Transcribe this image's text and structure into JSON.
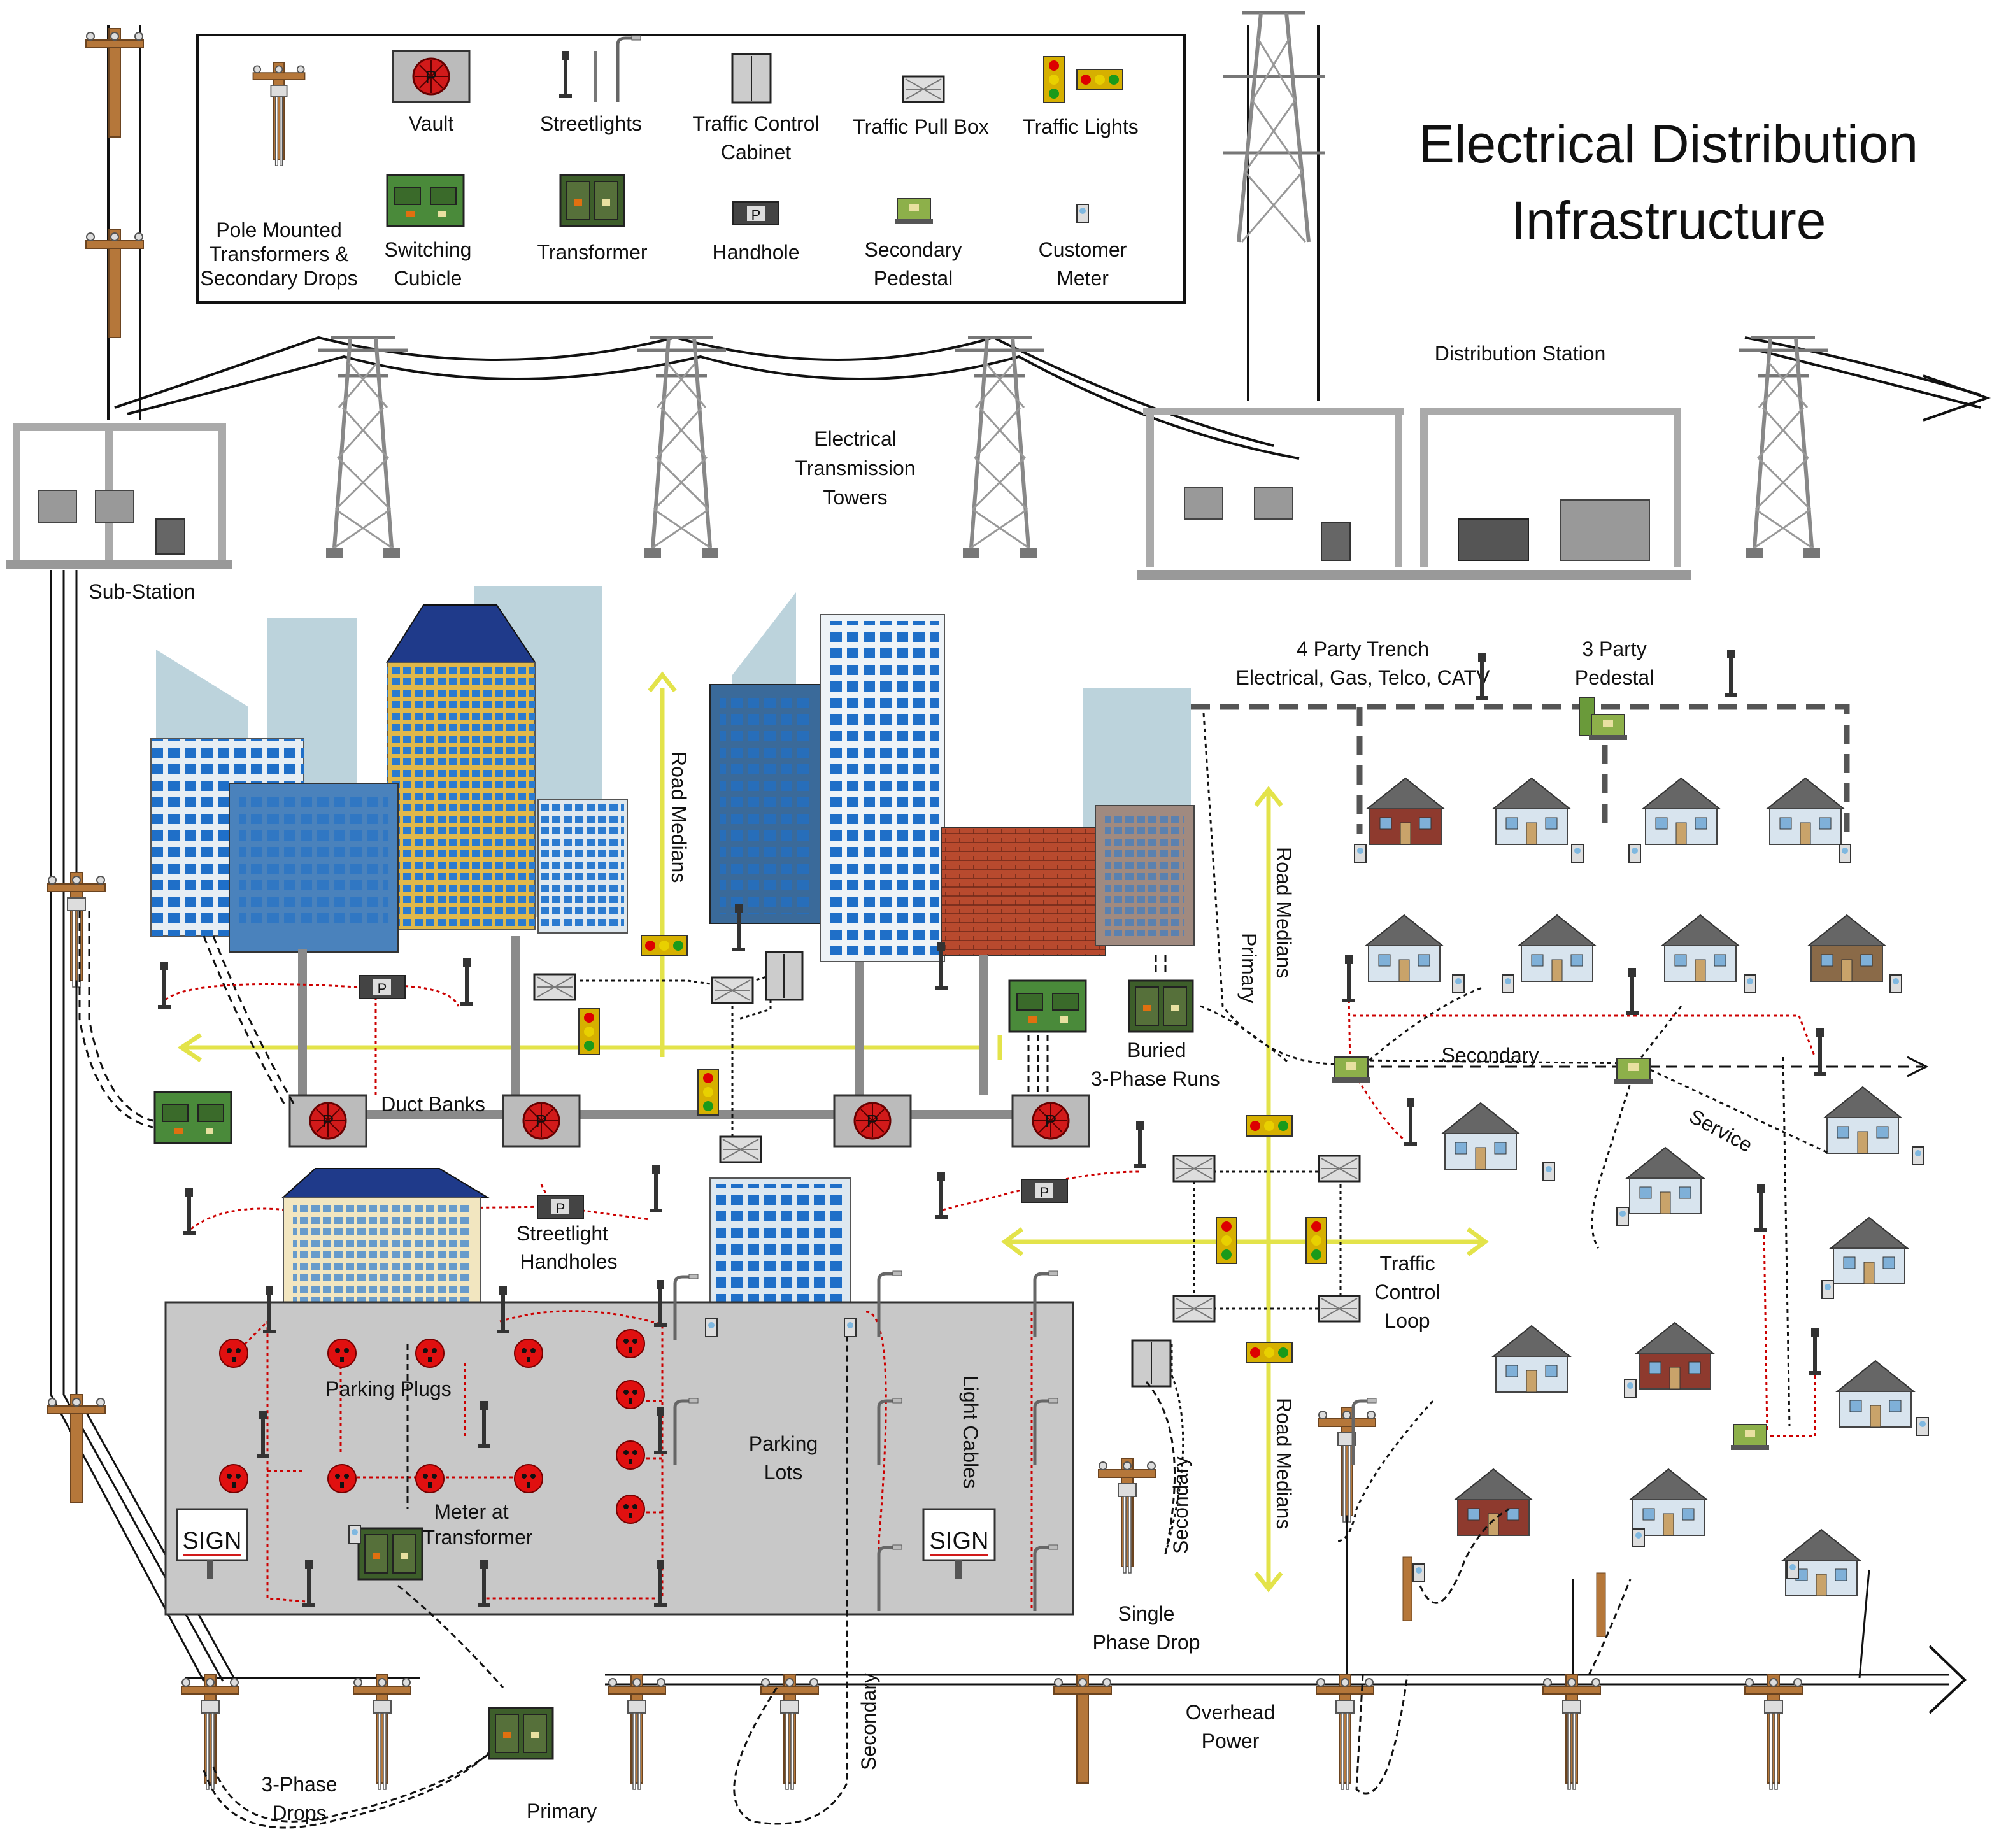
{
  "title_line1": "Electrical Distribution",
  "title_line2": "Infrastructure",
  "legend": {
    "pole_mounted": [
      "Pole Mounted",
      "Transformers &",
      "Secondary Drops"
    ],
    "vault": "Vault",
    "streetlights": "Streetlights",
    "traffic_control_cabinet": [
      "Traffic Control",
      "Cabinet"
    ],
    "traffic_pull_box": "Traffic Pull Box",
    "traffic_lights": "Traffic Lights",
    "switching_cubicle": [
      "Switching",
      "Cubicle"
    ],
    "transformer": "Transformer",
    "handhole": "Handhole",
    "secondary_pedestal": [
      "Secondary",
      "Pedestal"
    ],
    "customer_meter": [
      "Customer",
      "Meter"
    ]
  },
  "labels": {
    "sub_station": "Sub-Station",
    "transmission_towers": [
      "Electrical",
      "Transmission",
      "Towers"
    ],
    "distribution_station": "Distribution Station",
    "four_party_trench": [
      "4 Party Trench",
      "Electrical, Gas, Telco, CATV"
    ],
    "three_party_pedestal": [
      "3 Party",
      "Pedestal"
    ],
    "road_medians": "Road Medians",
    "primary": "Primary",
    "secondary": "Secondary",
    "service": "Service",
    "buried_runs": [
      "Buried",
      "3-Phase Runs"
    ],
    "duct_banks": "Duct Banks",
    "streetlight_handholes": [
      "Streetlight",
      "Handholes"
    ],
    "traffic_control_loop": [
      "Traffic",
      "Control",
      "Loop"
    ],
    "parking_plugs": "Parking Plugs",
    "parking_lots": [
      "Parking",
      "Lots"
    ],
    "light_cables": "Light Cables",
    "meter_at_transformer": [
      "Meter at",
      "Transformer"
    ],
    "single_phase_drop": [
      "Single",
      "Phase Drop"
    ],
    "overhead_power": [
      "Overhead",
      "Power"
    ],
    "three_phase_drops": [
      "3-Phase",
      "Drops"
    ],
    "sign": "SIGN",
    "handhole_letter": "P"
  },
  "colors": {
    "pole": "#b5773a",
    "tower": "#888888",
    "vault_red": "#d11a1a",
    "cubicle_green": "#4a8a3a",
    "transformer_green": "#3d5e2a",
    "road_yellow": "#e3e34a",
    "parking_gray": "#c8c8c8",
    "secondary_red": "#cc0000"
  }
}
